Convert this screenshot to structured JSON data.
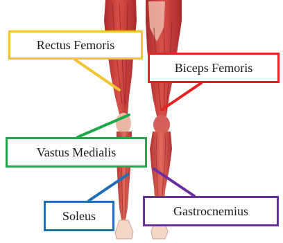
{
  "colors": {
    "rectus_femoris": "#f1c232",
    "biceps_femoris": "#e8231f",
    "vastus_medialis": "#1ea84a",
    "soleus": "#1f6fb8",
    "gastrocnemius": "#6a2f9e",
    "muscle_base": "#c9393a",
    "muscle_light": "#e08a7a",
    "skin": "#f2d6c6"
  },
  "labels": {
    "rectus_femoris": "Rectus Femoris",
    "biceps_femoris": "Biceps Femoris",
    "vastus_medialis": "Vastus Medialis",
    "soleus": "Soleus",
    "gastrocnemius": "Gastrocnemius"
  }
}
